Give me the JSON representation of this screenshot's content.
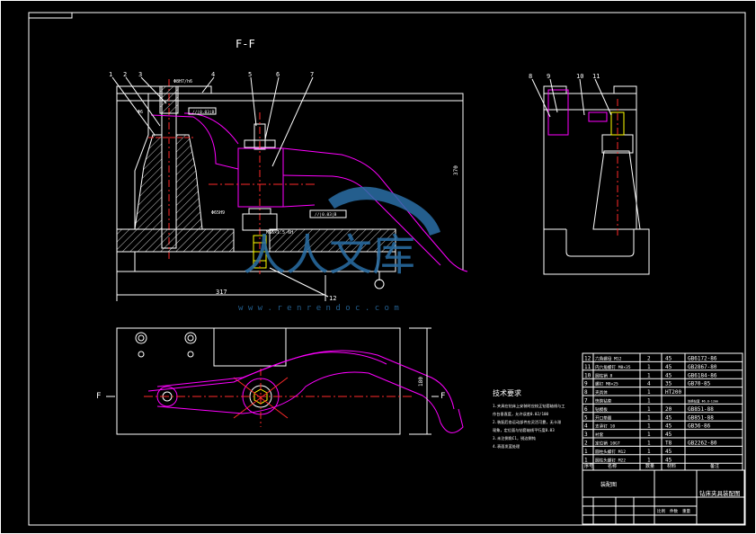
{
  "view_labels": {
    "section": "F-F",
    "left_arrow": "F",
    "right_arrow": "F"
  },
  "balloons": [
    "1",
    "2",
    "3",
    "4",
    "5",
    "6",
    "7",
    "8",
    "9",
    "10",
    "11",
    "12"
  ],
  "dimensions": {
    "overall_width": "317",
    "height": "370",
    "plan_depth": "180",
    "fit_top": "Φ8H7/h6",
    "fit_mid": "Φ65H9",
    "fit_small": "Φ6",
    "thread": "M16×1.5-6H"
  },
  "tolerance_frames": [
    "//|0.03|B",
    "//|0.03|B"
  ],
  "tech_requirements": {
    "title": "技术要求",
    "lines": [
      "1.夹具在钻床上安装时应校正钻套轴线与工",
      "作台垂直度，允许误差0.02/100",
      "2.装配后各运动部件应灵活可靠，无卡滞",
      "现象，定位面与钻套轴线平行度0.03",
      "3.未注倒角C1，锐边倒钝",
      "4.表面发蓝处理"
    ]
  },
  "bom": {
    "rows": [
      {
        "no": "12",
        "name": "六角螺母 M12",
        "qty": "2",
        "mat": "45",
        "std": "GB6172-86"
      },
      {
        "no": "11",
        "name": "内六角螺钉 M8×35",
        "qty": "1",
        "mat": "45",
        "std": "GB2867-80"
      },
      {
        "no": "10",
        "name": "圆柱销 8",
        "qty": "1",
        "mat": "45",
        "std": "GB6184-86"
      },
      {
        "no": "9",
        "name": "螺钉 M8×25",
        "qty": "4",
        "mat": "35",
        "std": "GB70-85"
      },
      {
        "no": "8",
        "name": "夹具体",
        "qty": "1",
        "mat": "HT200",
        "std": ""
      },
      {
        "no": "7",
        "name": "快换钻套",
        "qty": "1",
        "mat": "",
        "std": "快换钻套 Φ6.8-12mm"
      },
      {
        "no": "6",
        "name": "钻模板",
        "qty": "1",
        "mat": "20",
        "std": "GB851-88"
      },
      {
        "no": "5",
        "name": "开口垫圈",
        "qty": "1",
        "mat": "45",
        "std": "GB851-88"
      },
      {
        "no": "4",
        "name": "支承钉 10",
        "qty": "1",
        "mat": "45",
        "std": "GB36-86"
      },
      {
        "no": "3",
        "name": "衬套",
        "qty": "1",
        "mat": "45",
        "std": ""
      },
      {
        "no": "2",
        "name": "定位销 10G7",
        "qty": "1",
        "mat": "T8",
        "std": "GB2262-80"
      },
      {
        "no": "1",
        "name": "圆柱头螺钉 M12",
        "qty": "1",
        "mat": "45",
        "std": ""
      },
      {
        "no": "1",
        "name": "圆柱头螺钉 M22",
        "qty": "1",
        "mat": "45",
        "std": ""
      }
    ],
    "header": [
      "序号",
      "名称",
      "数量",
      "材料",
      "备注"
    ],
    "drawing_name": "钻床夹具装配图",
    "assembly": "装配图",
    "scale_labels": [
      "比例",
      "件数",
      "重量"
    ]
  },
  "watermark": {
    "text": "人人文库",
    "url": "w w w . r e n r e n d o c . c o m"
  },
  "colors": {
    "background": "#000000",
    "line": "#ffffff",
    "workpiece": "#ff00ff",
    "centerline": "#ff2a2a",
    "thread": "#ffff00",
    "watermark": "#2a6fa6"
  }
}
